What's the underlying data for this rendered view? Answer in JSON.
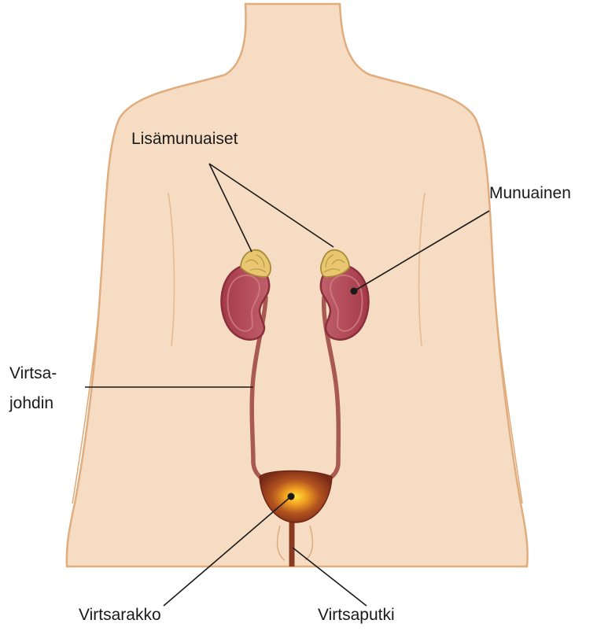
{
  "labels": {
    "adrenal_glands": "Lisämunuaiset",
    "kidney": "Munuainen",
    "ureter_line1": "Virtsa-",
    "ureter_line2": "johdin",
    "bladder": "Virtsarakko",
    "urethra": "Virtsaputki"
  },
  "colors": {
    "skin": "#f5dcc2",
    "skin_outline": "#e0ad7f",
    "kidney": "#b44b55",
    "kidney_dark": "#8a2f3b",
    "adrenal": "#e8c770",
    "ureter": "#a85a52",
    "bladder": "#8a3a1e",
    "bladder_glow": "#ffd21a",
    "leader_line": "#1a1a1a"
  }
}
